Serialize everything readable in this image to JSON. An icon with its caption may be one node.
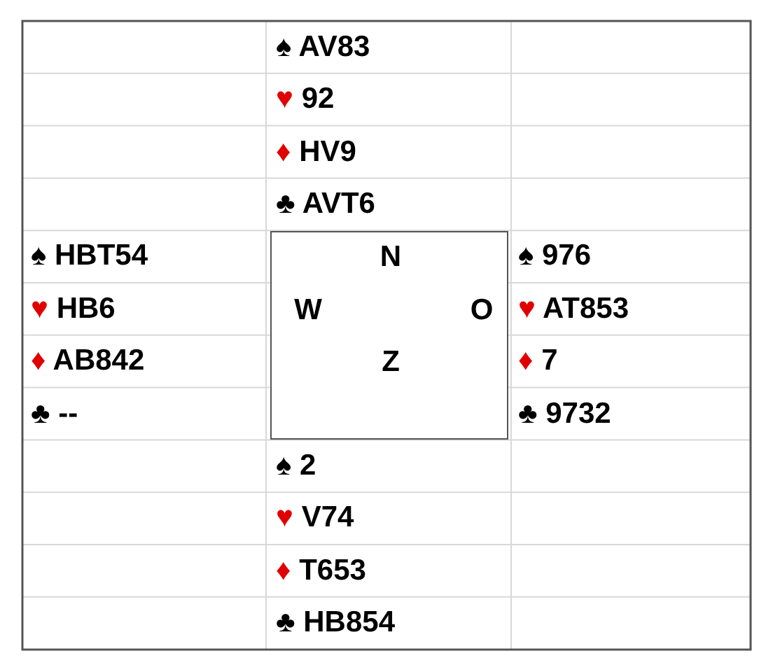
{
  "diagram": {
    "nodes": [
      {
        "text": [
          "N",
          "W",
          "O",
          "Z"
        ]
      }
    ],
    "edges": [],
    "labels": [
      "♠ AV83",
      "♥ 92",
      "♦ HV9",
      "♣ AVT6",
      "♠ HBT54",
      "♠ 976",
      "♥ HB6",
      "♥ AT853",
      "♦ AB842",
      "♦ 7",
      "♣ --",
      "♣ 9732",
      "♠ 2",
      "♥ V74",
      "♦ T653",
      "♣ HB854"
    ]
  }
}
